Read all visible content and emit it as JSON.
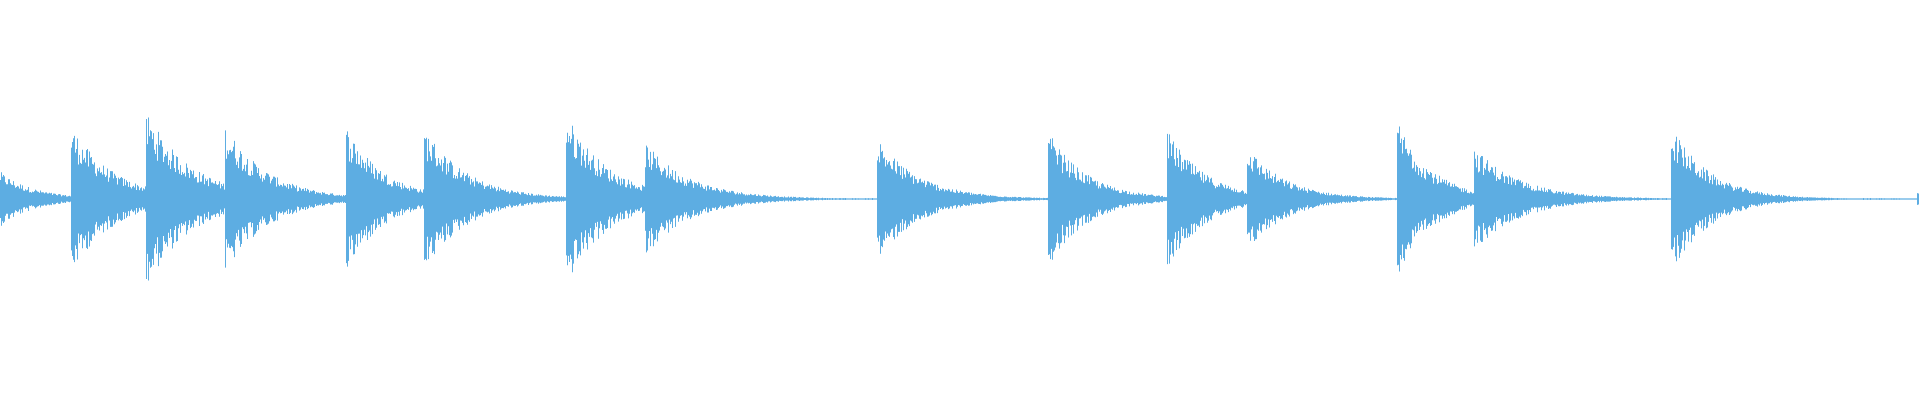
{
  "waveform": {
    "color": "#5dade2",
    "background": "#ffffff",
    "transients": [
      {
        "t": 0.0,
        "amp": 0.3,
        "decay": 0.018
      },
      {
        "t": 0.037,
        "amp": 0.8,
        "decay": 0.022
      },
      {
        "t": 0.076,
        "amp": 0.96,
        "decay": 0.024
      },
      {
        "t": 0.117,
        "amp": 0.82,
        "decay": 0.022
      },
      {
        "t": 0.18,
        "amp": 0.81,
        "decay": 0.02
      },
      {
        "t": 0.221,
        "amp": 0.79,
        "decay": 0.022
      },
      {
        "t": 0.295,
        "amp": 0.94,
        "decay": 0.022
      },
      {
        "t": 0.336,
        "amp": 0.62,
        "decay": 0.024
      },
      {
        "t": 0.457,
        "amp": 0.68,
        "decay": 0.022
      },
      {
        "t": 0.546,
        "amp": 0.75,
        "decay": 0.02
      },
      {
        "t": 0.608,
        "amp": 0.76,
        "decay": 0.02
      },
      {
        "t": 0.65,
        "amp": 0.58,
        "decay": 0.02
      },
      {
        "t": 0.728,
        "amp": 0.88,
        "decay": 0.018
      },
      {
        "t": 0.768,
        "amp": 0.58,
        "decay": 0.024
      },
      {
        "t": 0.871,
        "amp": 0.81,
        "decay": 0.02
      },
      {
        "t": 0.999,
        "amp": 0.12,
        "decay": 0.004
      }
    ],
    "noise_floor": 0.008
  }
}
